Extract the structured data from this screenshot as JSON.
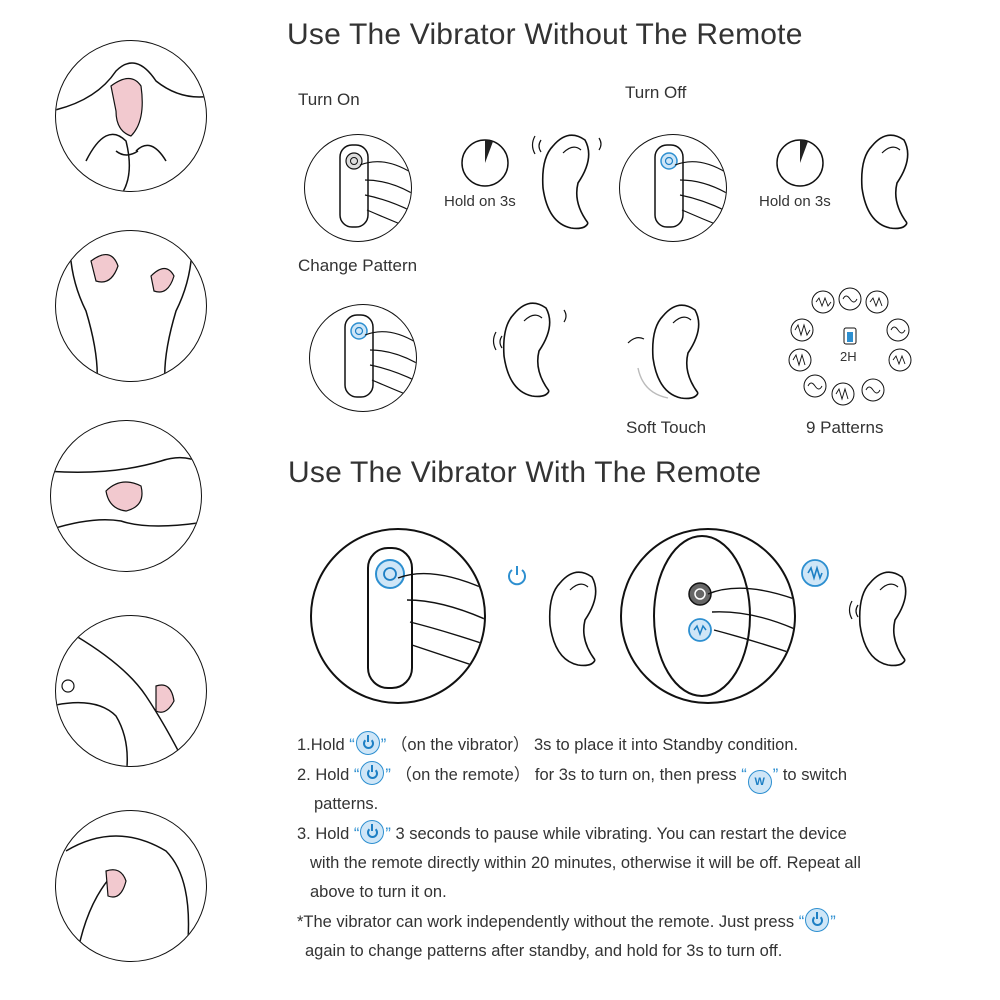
{
  "colors": {
    "accent": "#2d8fd0",
    "skin": "#f2c9cf",
    "line": "#111111"
  },
  "icons": {
    "power": "power-icon",
    "wave": "vibration-wave-icon",
    "timer": "timer-icon",
    "battery": "battery-icon"
  },
  "section1": {
    "title": "Use The Vibrator Without The Remote",
    "turn_on": "Turn On",
    "turn_off": "Turn Off",
    "hold_on": "Hold on 3s",
    "hold_off": "Hold on 3s",
    "change_pattern": "Change Pattern",
    "soft_touch": "Soft Touch",
    "patterns": "9 Patterns",
    "battery_label": "2H"
  },
  "section2": {
    "title": "Use The Vibrator With The Remote"
  },
  "instructions": {
    "l1_a": "1.Hold",
    "l1_b": "“",
    "l1_c": "”",
    "l1_d": "（on the vibrator） 3s to place it into Standby condition.",
    "l2_a": "2. Hold",
    "l2_c": "（on the remote） for 3s to turn on, then press",
    "l2_d": "to switch",
    "l2_e": "patterns.",
    "l3_a": "3. Hold",
    "l3_d": "3 seconds to pause while vibrating. You can restart the device",
    "l3_e": "with the remote directly within 20 minutes, otherwise it will be off. Repeat all",
    "l3_f": "above to turn it on.",
    "n_a": "*The vibrator can work independently without the remote. Just press",
    "n_b": "again to change patterns after standby, and hold for 3s to turn off."
  }
}
